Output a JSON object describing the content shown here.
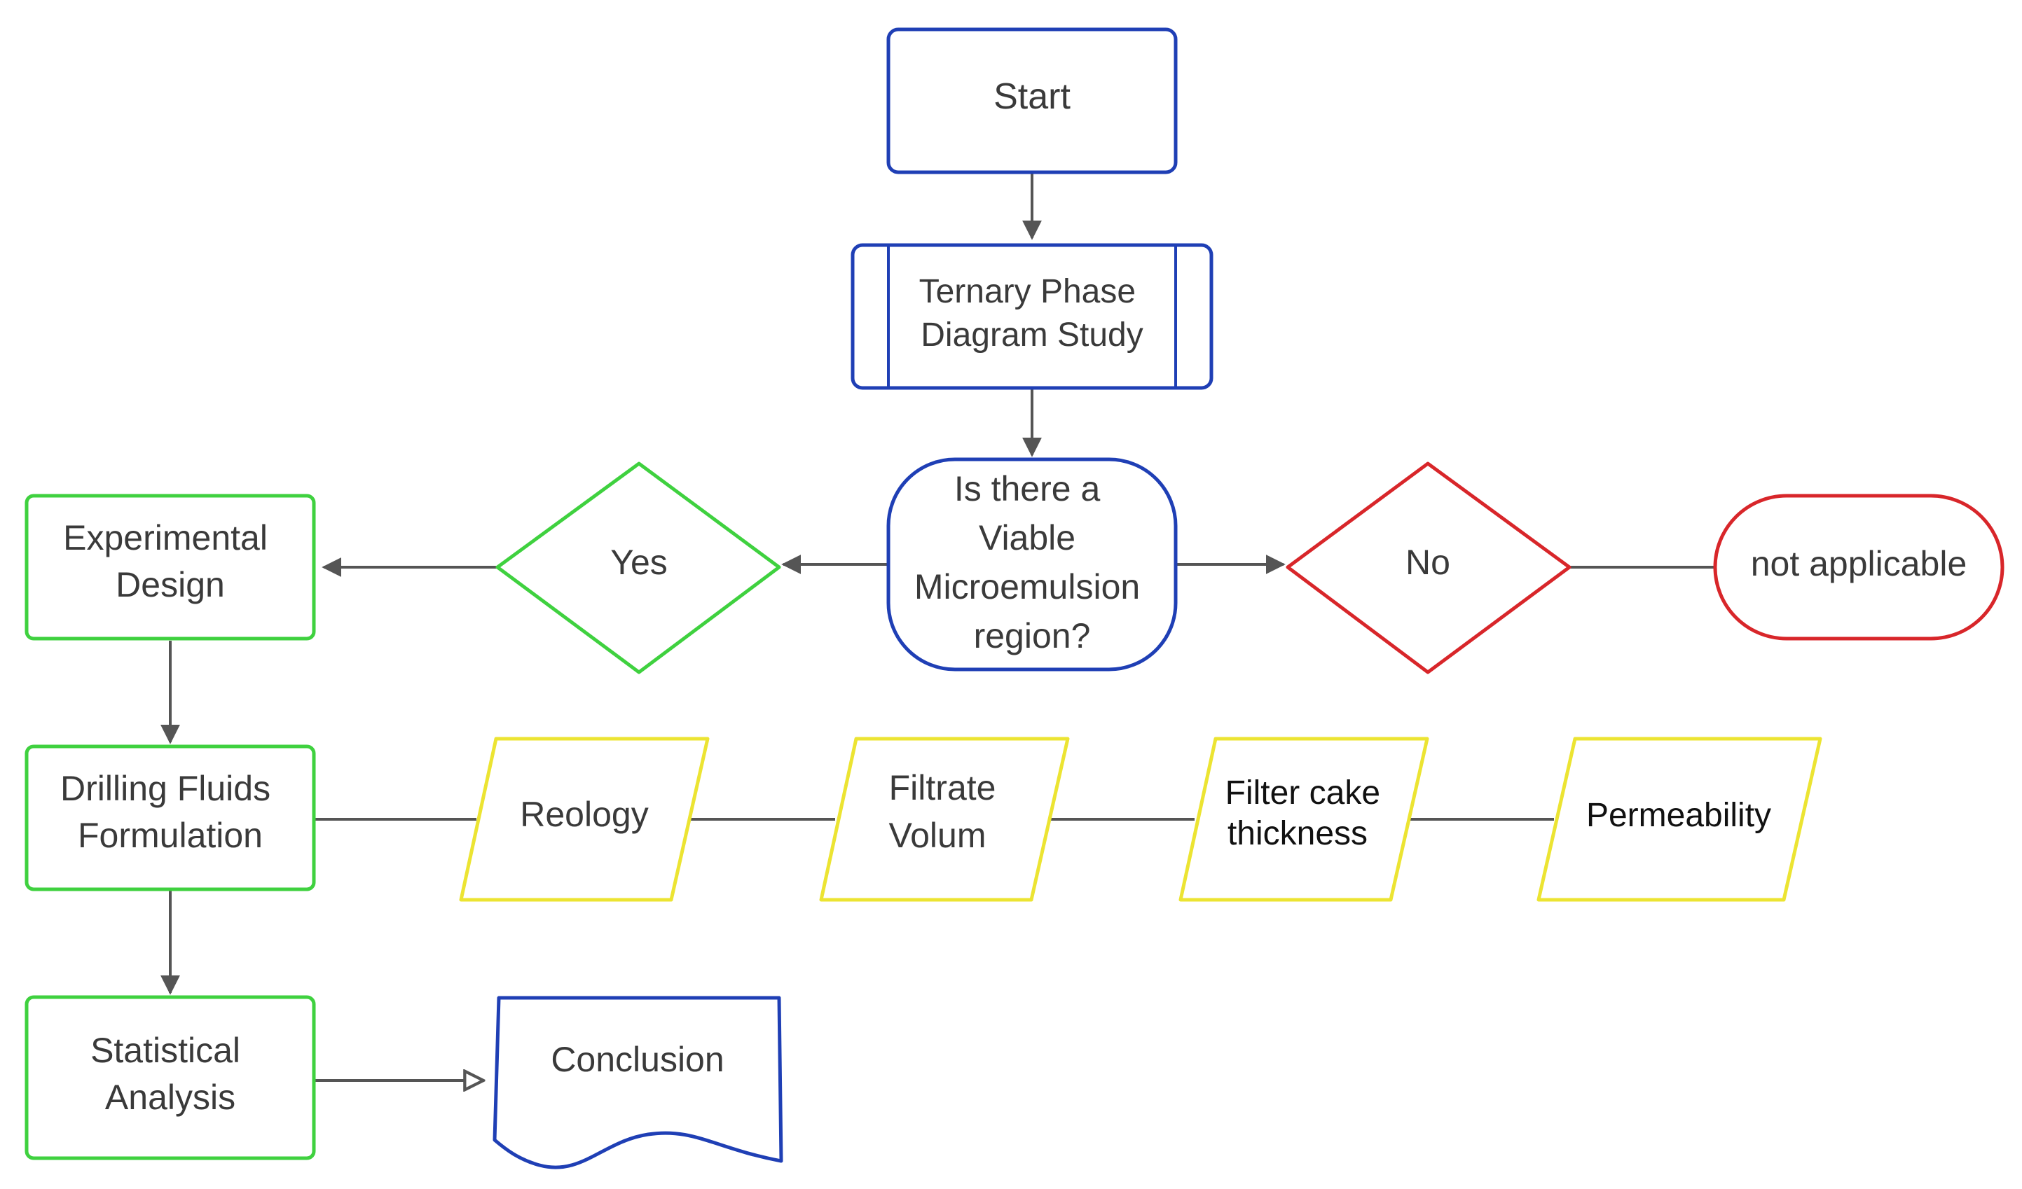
{
  "colors": {
    "blue": "#1f3fb5",
    "green": "#3fd13f",
    "red": "#d8262a",
    "yellow": "#ece432",
    "connector": "#555555",
    "text": "#3a3a3a"
  },
  "nodes": {
    "start": {
      "lines": [
        "Start"
      ]
    },
    "ternary": {
      "lines": [
        "Ternary Phase",
        "Diagram Study"
      ]
    },
    "decision": {
      "lines": [
        "Is there a",
        "Viable",
        "Microemulsion",
        "region?"
      ]
    },
    "yes": {
      "lines": [
        "Yes"
      ]
    },
    "no": {
      "lines": [
        "No"
      ]
    },
    "not_applicable": {
      "lines": [
        "not applicable"
      ]
    },
    "experimental": {
      "lines": [
        "Experimental",
        "Design"
      ]
    },
    "drilling": {
      "lines": [
        "Drilling Fluids",
        "Formulation"
      ]
    },
    "statistical": {
      "lines": [
        "Statistical",
        "Analysis"
      ]
    },
    "conclusion": {
      "lines": [
        "Conclusion"
      ]
    },
    "reology": {
      "lines": [
        "Reology"
      ]
    },
    "filtrate": {
      "lines": [
        "Filtrate",
        "Volum"
      ]
    },
    "filter_cake": {
      "lines": [
        "Filter cake",
        "thickness"
      ]
    },
    "permeability": {
      "lines": [
        "Permeability"
      ]
    }
  }
}
